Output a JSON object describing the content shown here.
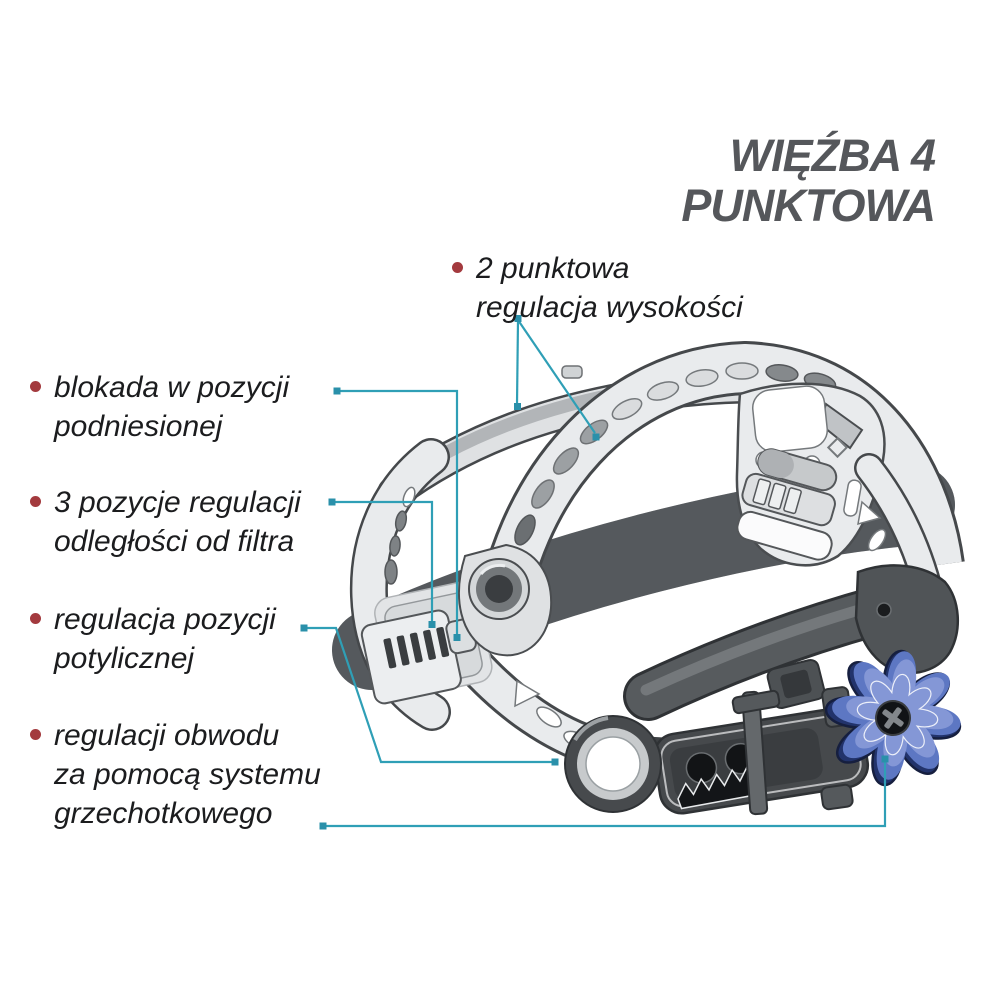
{
  "title": {
    "line1": "WIĘŹBA 4",
    "line2": "PUNKTOWA"
  },
  "annotations": [
    {
      "id": "height-adjustment",
      "lines": [
        "2 punktowa",
        "regulacja wysokości"
      ]
    },
    {
      "id": "raised-position-lock",
      "lines": [
        "blokada w pozycji",
        "podniesionej"
      ]
    },
    {
      "id": "filter-distance",
      "lines": [
        "3 pozycje regulacji",
        "odległości od filtra"
      ]
    },
    {
      "id": "occipital-position",
      "lines": [
        "regulacja pozycji",
        "potylicznej"
      ]
    },
    {
      "id": "ratchet-circumference",
      "lines": [
        "regulacji obwodu",
        "za pomocą systemu",
        "grzechotkowego"
      ]
    }
  ],
  "colors": {
    "accent_teal": "#2f9fb6",
    "accent_dot": "#2a90aa",
    "bullet_red": "#a33a3e",
    "title_gray": "#55575b",
    "text_black": "#1b1c1e",
    "knob_blue": "#5d77c3",
    "background": "#ffffff"
  }
}
